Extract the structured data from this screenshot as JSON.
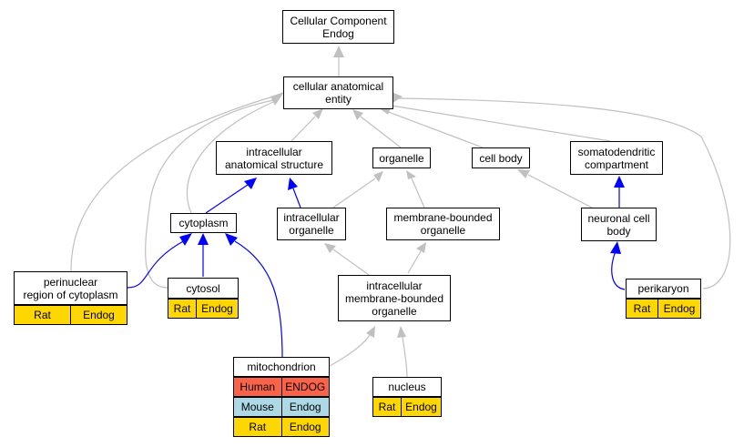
{
  "colors": {
    "is_a_edge": "#c0c0c0",
    "part_of_edge": "#0000ff",
    "rat": "#ffd700",
    "mouse": "#add8e6",
    "human": "#fa6348"
  },
  "nodes": {
    "root": "Cellular Component\nEndog",
    "cae": "cellular anatomical\nentity",
    "ias": "intracellular\nanatomical structure",
    "organelle": "organelle",
    "cellbody": "cell body",
    "somato": "somatodendritic\ncompartment",
    "cytoplasm": "cytoplasm",
    "io": "intracellular\norganelle",
    "mbo": "membrane-bounded\norganelle",
    "ncb": "neuronal cell\nbody",
    "perinuc": "perinuclear\nregion of cytoplasm",
    "cytosol": "cytosol",
    "imbo": "intracellular\nmembrane-bounded\norganelle",
    "perikaryon": "perikaryon",
    "mito": "mitochondrion",
    "nucleus": "nucleus"
  },
  "annotations": {
    "perinuc": [
      {
        "species": "Rat",
        "gene": "Endog"
      }
    ],
    "cytosol": [
      {
        "species": "Rat",
        "gene": "Endog"
      }
    ],
    "perikaryon": [
      {
        "species": "Rat",
        "gene": "Endog"
      }
    ],
    "mito": [
      {
        "species": "Human",
        "gene": "ENDOG"
      },
      {
        "species": "Mouse",
        "gene": "Endog"
      },
      {
        "species": "Rat",
        "gene": "Endog"
      }
    ],
    "nucleus": [
      {
        "species": "Rat",
        "gene": "Endog"
      }
    ]
  }
}
